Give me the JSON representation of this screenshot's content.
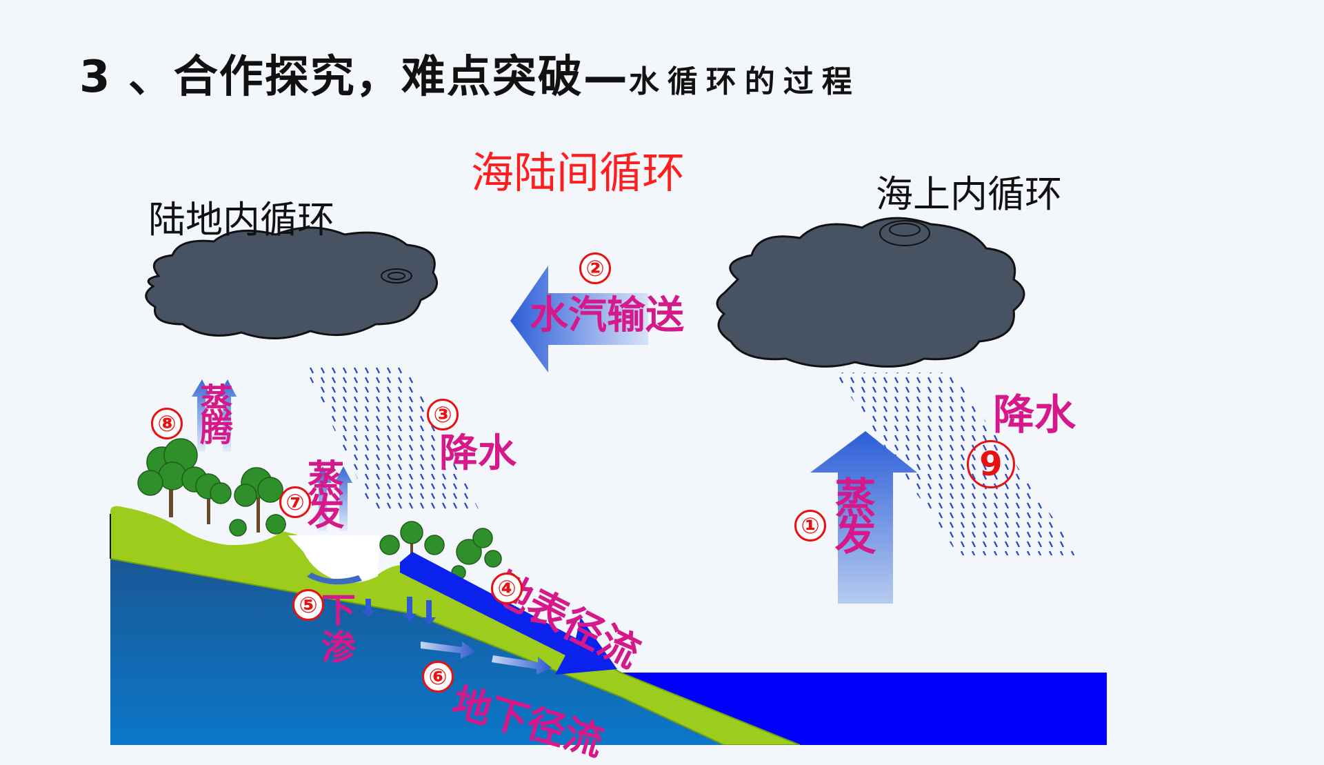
{
  "title": {
    "main": "3 、合作探究，难点突破—",
    "sub": "水循环的过程"
  },
  "labels": {
    "sea_land_cycle": "海陆间循环",
    "land_cycle": "陆地内循环",
    "sea_cycle": "海上内循环",
    "vapor_transport": "水汽输送",
    "evaporation": "蒸发",
    "precipitation_land": "降水",
    "precipitation_sea": "降水",
    "transpiration": "蒸腾",
    "evaporation_lake": "蒸发",
    "surface_runoff": "地表径流",
    "infiltration": "下渗",
    "groundwater_runoff": "地下径流"
  },
  "numbers": {
    "n1": "①",
    "n2": "②",
    "n3": "③",
    "n4": "④",
    "n5": "⑤",
    "n6": "⑥",
    "n7": "⑦",
    "n8": "⑧",
    "n9": "9"
  },
  "colors": {
    "label": "#d6198a",
    "marker": "#e81010",
    "sea": "#0000ff",
    "land": "#8cc63f",
    "cloud": "#4a5566"
  }
}
